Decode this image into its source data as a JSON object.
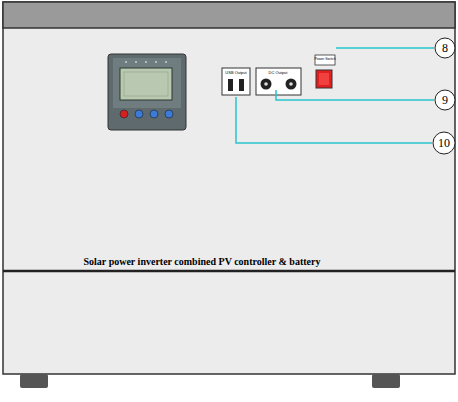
{
  "diagram": {
    "labels": [
      "8",
      "9",
      "10",
      "Solar power inverter combined PV controller & battery",
      "USB Output",
      "DC Output",
      "Power Switch"
    ]
  }
}
